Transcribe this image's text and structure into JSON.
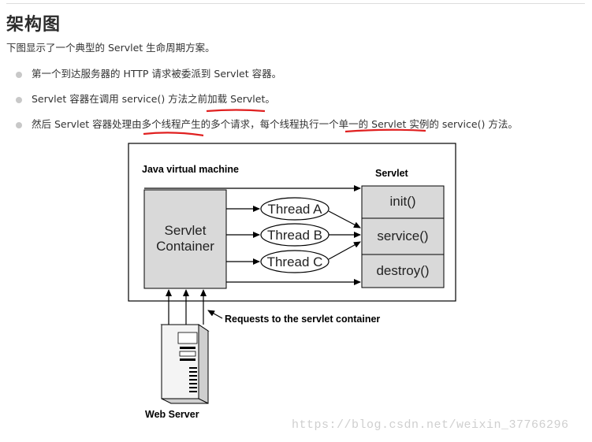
{
  "heading": "架构图",
  "intro": "下图显示了一个典型的 Servlet 生命周期方案。",
  "bullets": [
    "第一个到达服务器的 HTTP 请求被委派到 Servlet 容器。",
    "Servlet 容器在调用 service() 方法之前加载 Servlet。",
    "然后 Servlet 容器处理由多个线程产生的多个请求，每个线程执行一个单一的 Servlet 实例的 service() 方法。"
  ],
  "diagram": {
    "jvm_label": "Java virtual machine",
    "servlet_header": "Servlet",
    "container_line1": "Servlet",
    "container_line2": "Container",
    "threads": [
      "Thread A",
      "Thread B",
      "Thread C"
    ],
    "methods": [
      "init()",
      "service()",
      "destroy()"
    ],
    "requests_label": "Requests to the servlet container",
    "web_server_label": "Web Server"
  },
  "watermark": "https://blog.csdn.net/weixin_37766296",
  "colors": {
    "box_fill": "#d9d9d9",
    "underline": "#e02020",
    "watermark": "#cfcfcf"
  }
}
